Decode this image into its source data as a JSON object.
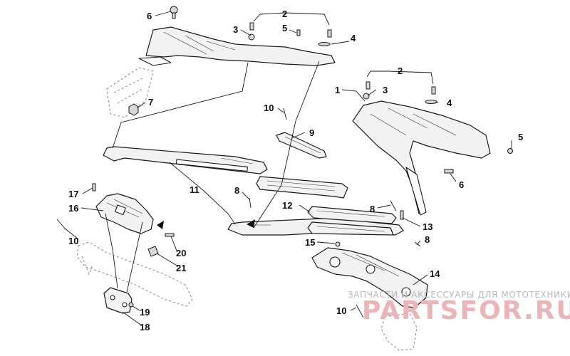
{
  "diagram": {
    "callouts": [
      {
        "id": "c6a",
        "label": "6"
      },
      {
        "id": "c2a",
        "label": "2"
      },
      {
        "id": "c3a",
        "label": "3"
      },
      {
        "id": "c5a",
        "label": "5"
      },
      {
        "id": "c4a",
        "label": "4"
      },
      {
        "id": "c7",
        "label": "7"
      },
      {
        "id": "c2b",
        "label": "2"
      },
      {
        "id": "c1",
        "label": "1"
      },
      {
        "id": "c3b",
        "label": "3"
      },
      {
        "id": "c4b",
        "label": "4"
      },
      {
        "id": "c10a",
        "label": "10"
      },
      {
        "id": "c9",
        "label": "9"
      },
      {
        "id": "c5b",
        "label": "5"
      },
      {
        "id": "c6b",
        "label": "6"
      },
      {
        "id": "c11",
        "label": "11"
      },
      {
        "id": "c8a",
        "label": "8"
      },
      {
        "id": "c17",
        "label": "17"
      },
      {
        "id": "c16",
        "label": "16"
      },
      {
        "id": "c12",
        "label": "12"
      },
      {
        "id": "c8b",
        "label": "8"
      },
      {
        "id": "c13",
        "label": "13"
      },
      {
        "id": "c10b",
        "label": "10"
      },
      {
        "id": "c8c",
        "label": "8"
      },
      {
        "id": "c15",
        "label": "15"
      },
      {
        "id": "c20",
        "label": "20"
      },
      {
        "id": "c21",
        "label": "21"
      },
      {
        "id": "c14",
        "label": "14"
      },
      {
        "id": "c19",
        "label": "19"
      },
      {
        "id": "c18",
        "label": "18"
      },
      {
        "id": "c10c",
        "label": "10"
      }
    ]
  },
  "watermark": {
    "tagline": "ЗАПЧАСТИ И АКСЕССУАРЫ ДЛЯ МОТОТЕХНИКИ",
    "logo": "PARTSFOR.RU"
  }
}
